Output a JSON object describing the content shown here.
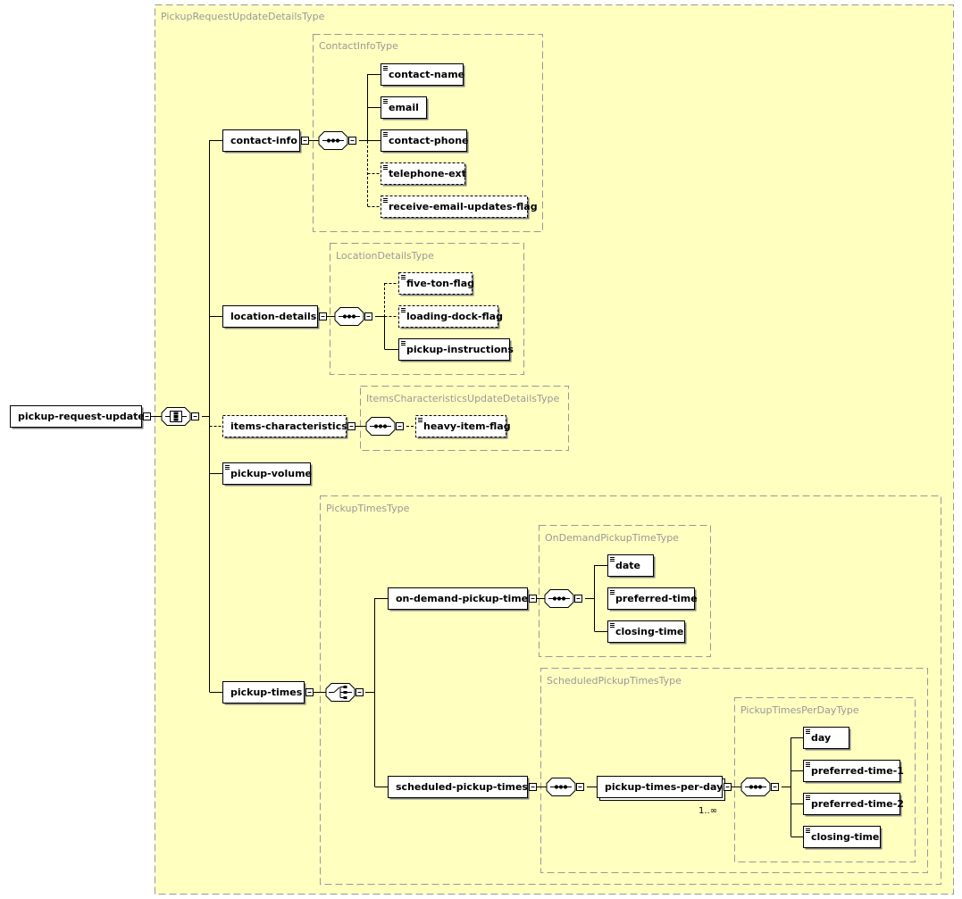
{
  "types": {
    "root_type": "PickupRequestUpdateDetailsType",
    "contact_info_type": "ContactInfoType",
    "location_details_type": "LocationDetailsType",
    "items_characteristics_type": "ItemsCharacteristicsUpdateDetailsType",
    "pickup_times_type": "PickupTimesType",
    "on_demand_type": "OnDemandPickupTimeType",
    "scheduled_type": "ScheduledPickupTimesType",
    "per_day_type": "PickupTimesPerDayType"
  },
  "elements": {
    "root": "pickup-request-update",
    "contact_info": "contact-info",
    "contact_name": "contact-name",
    "email": "email",
    "contact_phone": "contact-phone",
    "telephone_ext": "telephone-ext",
    "receive_email_updates_flag": "receive-email-updates-flag",
    "location_details": "location-details",
    "five_ton_flag": "five-ton-flag",
    "loading_dock_flag": "loading-dock-flag",
    "pickup_instructions": "pickup-instructions",
    "items_characteristics": "items-characteristics",
    "heavy_item_flag": "heavy-item-flag",
    "pickup_volume": "pickup-volume",
    "pickup_times": "pickup-times",
    "on_demand_pickup_time": "on-demand-pickup-time",
    "date": "date",
    "preferred_time": "preferred-time",
    "closing_time": "closing-time",
    "scheduled_pickup_times": "scheduled-pickup-times",
    "pickup_times_per_day": "pickup-times-per-day",
    "day": "day",
    "preferred_time_1": "preferred-time-1",
    "preferred_time_2": "preferred-time-2",
    "closing_time_2": "closing-time"
  },
  "cardinality": {
    "pickup_times_per_day": "1..∞"
  },
  "colors": {
    "type_fill": "#ffffc0",
    "type_border": "#999999",
    "element_fill": "#ffffff",
    "line": "#000000"
  }
}
